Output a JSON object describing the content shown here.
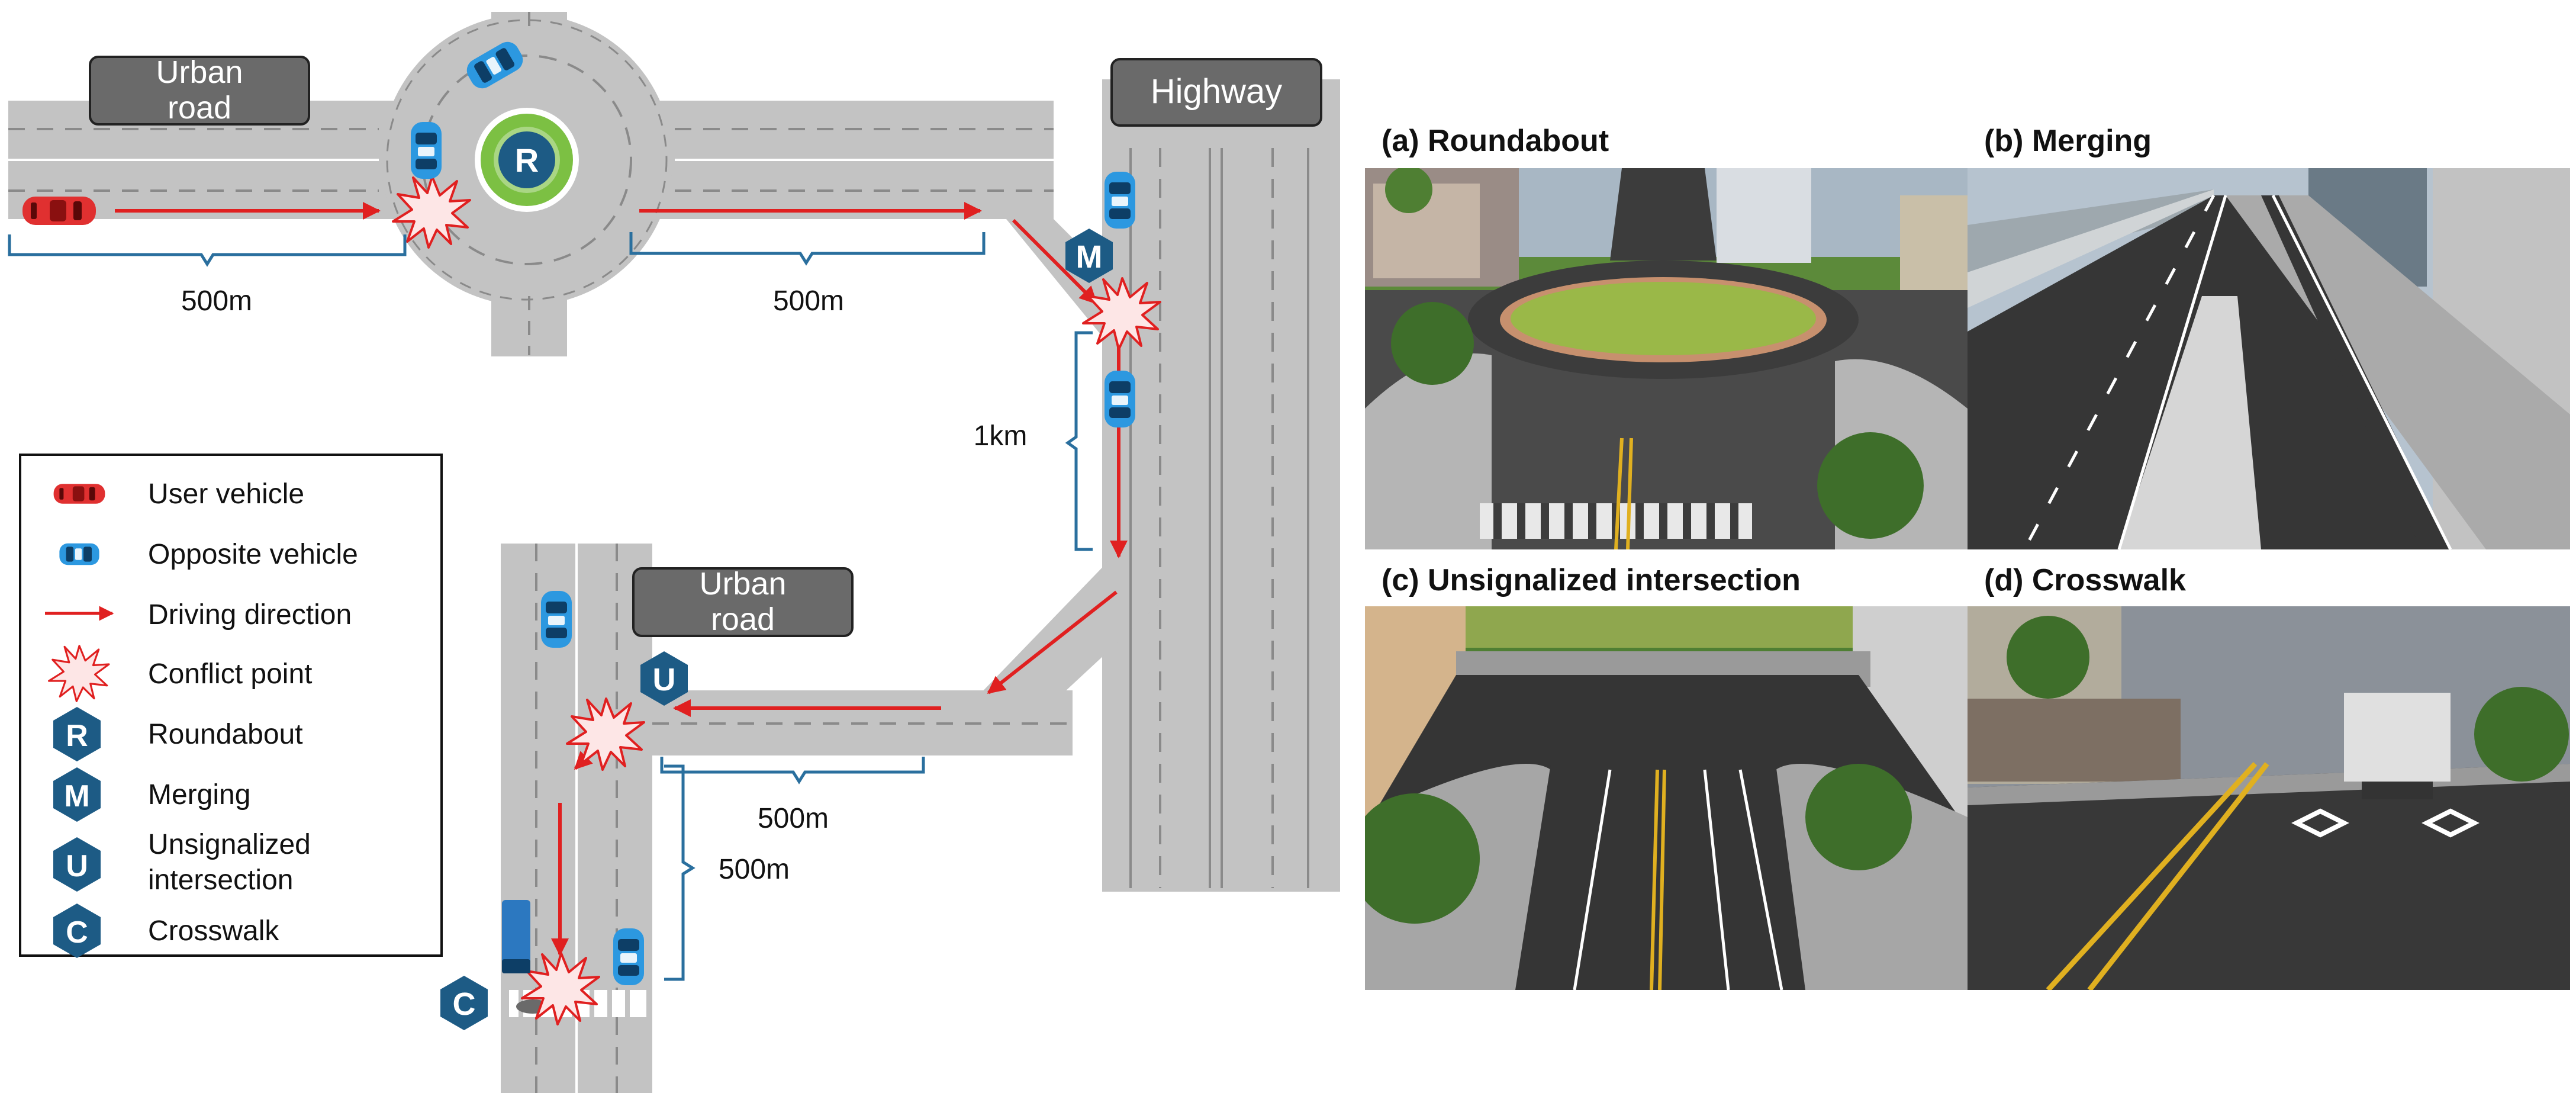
{
  "map": {
    "labels": {
      "urban_road_top": [
        "Urban",
        "road"
      ],
      "highway": "Highway",
      "urban_road_mid": [
        "Urban",
        "road"
      ]
    },
    "markers": {
      "roundabout": "R",
      "merging": "M",
      "unsignalized": "U",
      "crosswalk": "C"
    },
    "distances": {
      "d1": "500m",
      "d2": "500m",
      "d3": "1km",
      "d4": "500m",
      "d5": "500m"
    }
  },
  "legend": {
    "items": [
      {
        "label": "User vehicle",
        "icon": "red-car-icon"
      },
      {
        "label": "Opposite vehicle",
        "icon": "blue-car-icon"
      },
      {
        "label": "Driving direction",
        "icon": "arrow-icon"
      },
      {
        "label": "Conflict point",
        "icon": "burst-icon"
      },
      {
        "label": "Roundabout",
        "icon": "marker-r-icon",
        "letter": "R"
      },
      {
        "label": "Merging",
        "icon": "marker-m-icon",
        "letter": "M"
      },
      {
        "label": "Unsignalized",
        "label2": "intersection",
        "icon": "marker-u-icon",
        "letter": "U"
      },
      {
        "label": "Crosswalk",
        "icon": "marker-c-icon",
        "letter": "C"
      }
    ]
  },
  "panels": {
    "a": "(a) Roundabout",
    "b": "(b) Merging",
    "c": "(c) Unsignalized intersection",
    "d": "(d) Crosswalk"
  },
  "colors": {
    "road": "#c3c3c3",
    "lane_dash": "#8a8a8a",
    "label_box": "#6a6a6a",
    "marker": "#1d5b85",
    "arrow": "#e02020",
    "burst_fill": "#fde6e6",
    "brace": "#2a6f9e",
    "user_car": "#e03030",
    "opp_car": "#2c98e0",
    "grass": "#7cc043"
  }
}
